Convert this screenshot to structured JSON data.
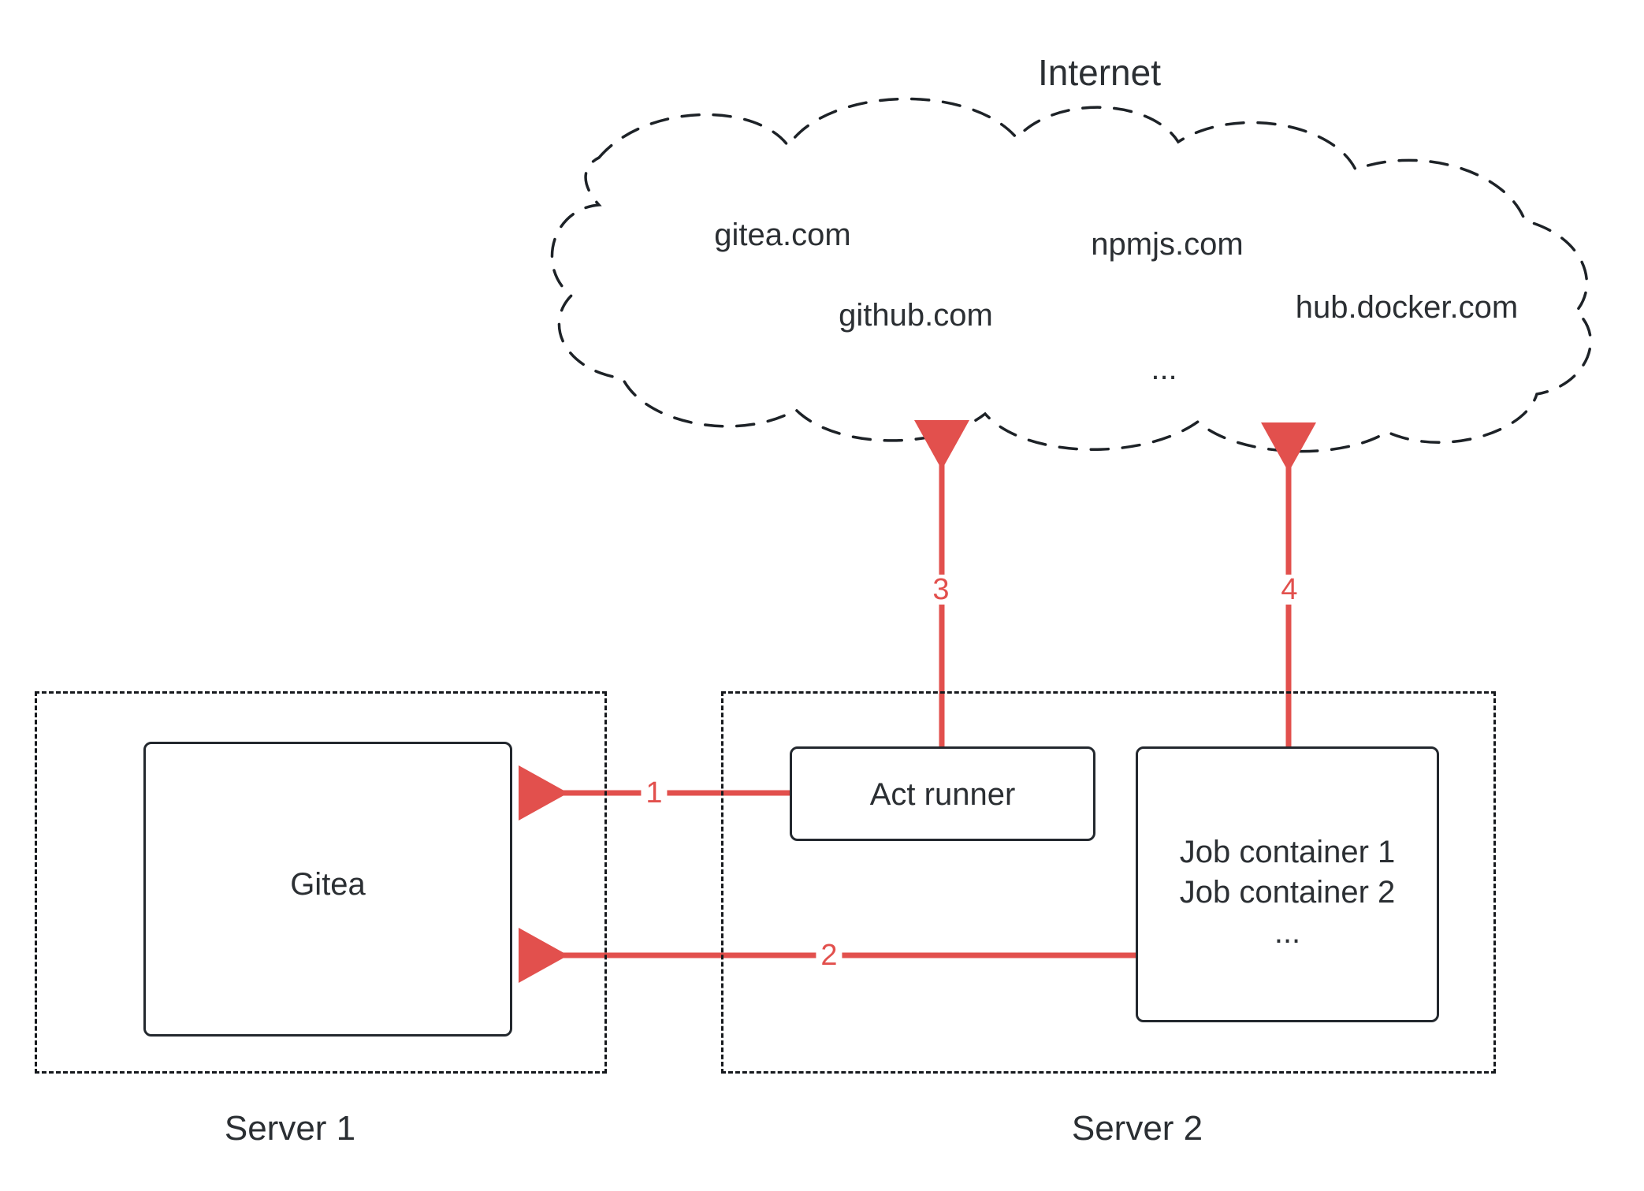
{
  "diagram": {
    "title": "Internet",
    "cloud": {
      "label": "Internet",
      "hosts": [
        {
          "name": "gitea.com"
        },
        {
          "name": "npmjs.com"
        },
        {
          "name": "github.com"
        },
        {
          "name": "hub.docker.com"
        }
      ],
      "ellipsis": "..."
    },
    "zones": [
      {
        "id": "server-1",
        "label": "Server 1"
      },
      {
        "id": "server-2",
        "label": "Server 2"
      }
    ],
    "nodes": [
      {
        "id": "gitea",
        "label": "Gitea"
      },
      {
        "id": "act-runner",
        "label": "Act runner"
      },
      {
        "id": "job-containers",
        "lines": [
          "Job container 1",
          "Job container 2",
          "..."
        ]
      }
    ],
    "connections": [
      {
        "id": "conn-1",
        "label": "1",
        "from": "act-runner",
        "to": "gitea"
      },
      {
        "id": "conn-2",
        "label": "2",
        "from": "job-containers",
        "to": "gitea"
      },
      {
        "id": "conn-3",
        "label": "3",
        "from": "act-runner",
        "to": "internet"
      },
      {
        "id": "conn-4",
        "label": "4",
        "from": "job-containers",
        "to": "internet"
      }
    ],
    "colors": {
      "arrow": "#e2504d",
      "outline": "#23282e",
      "text": "#2b2f33",
      "background": "#ffffff"
    }
  }
}
